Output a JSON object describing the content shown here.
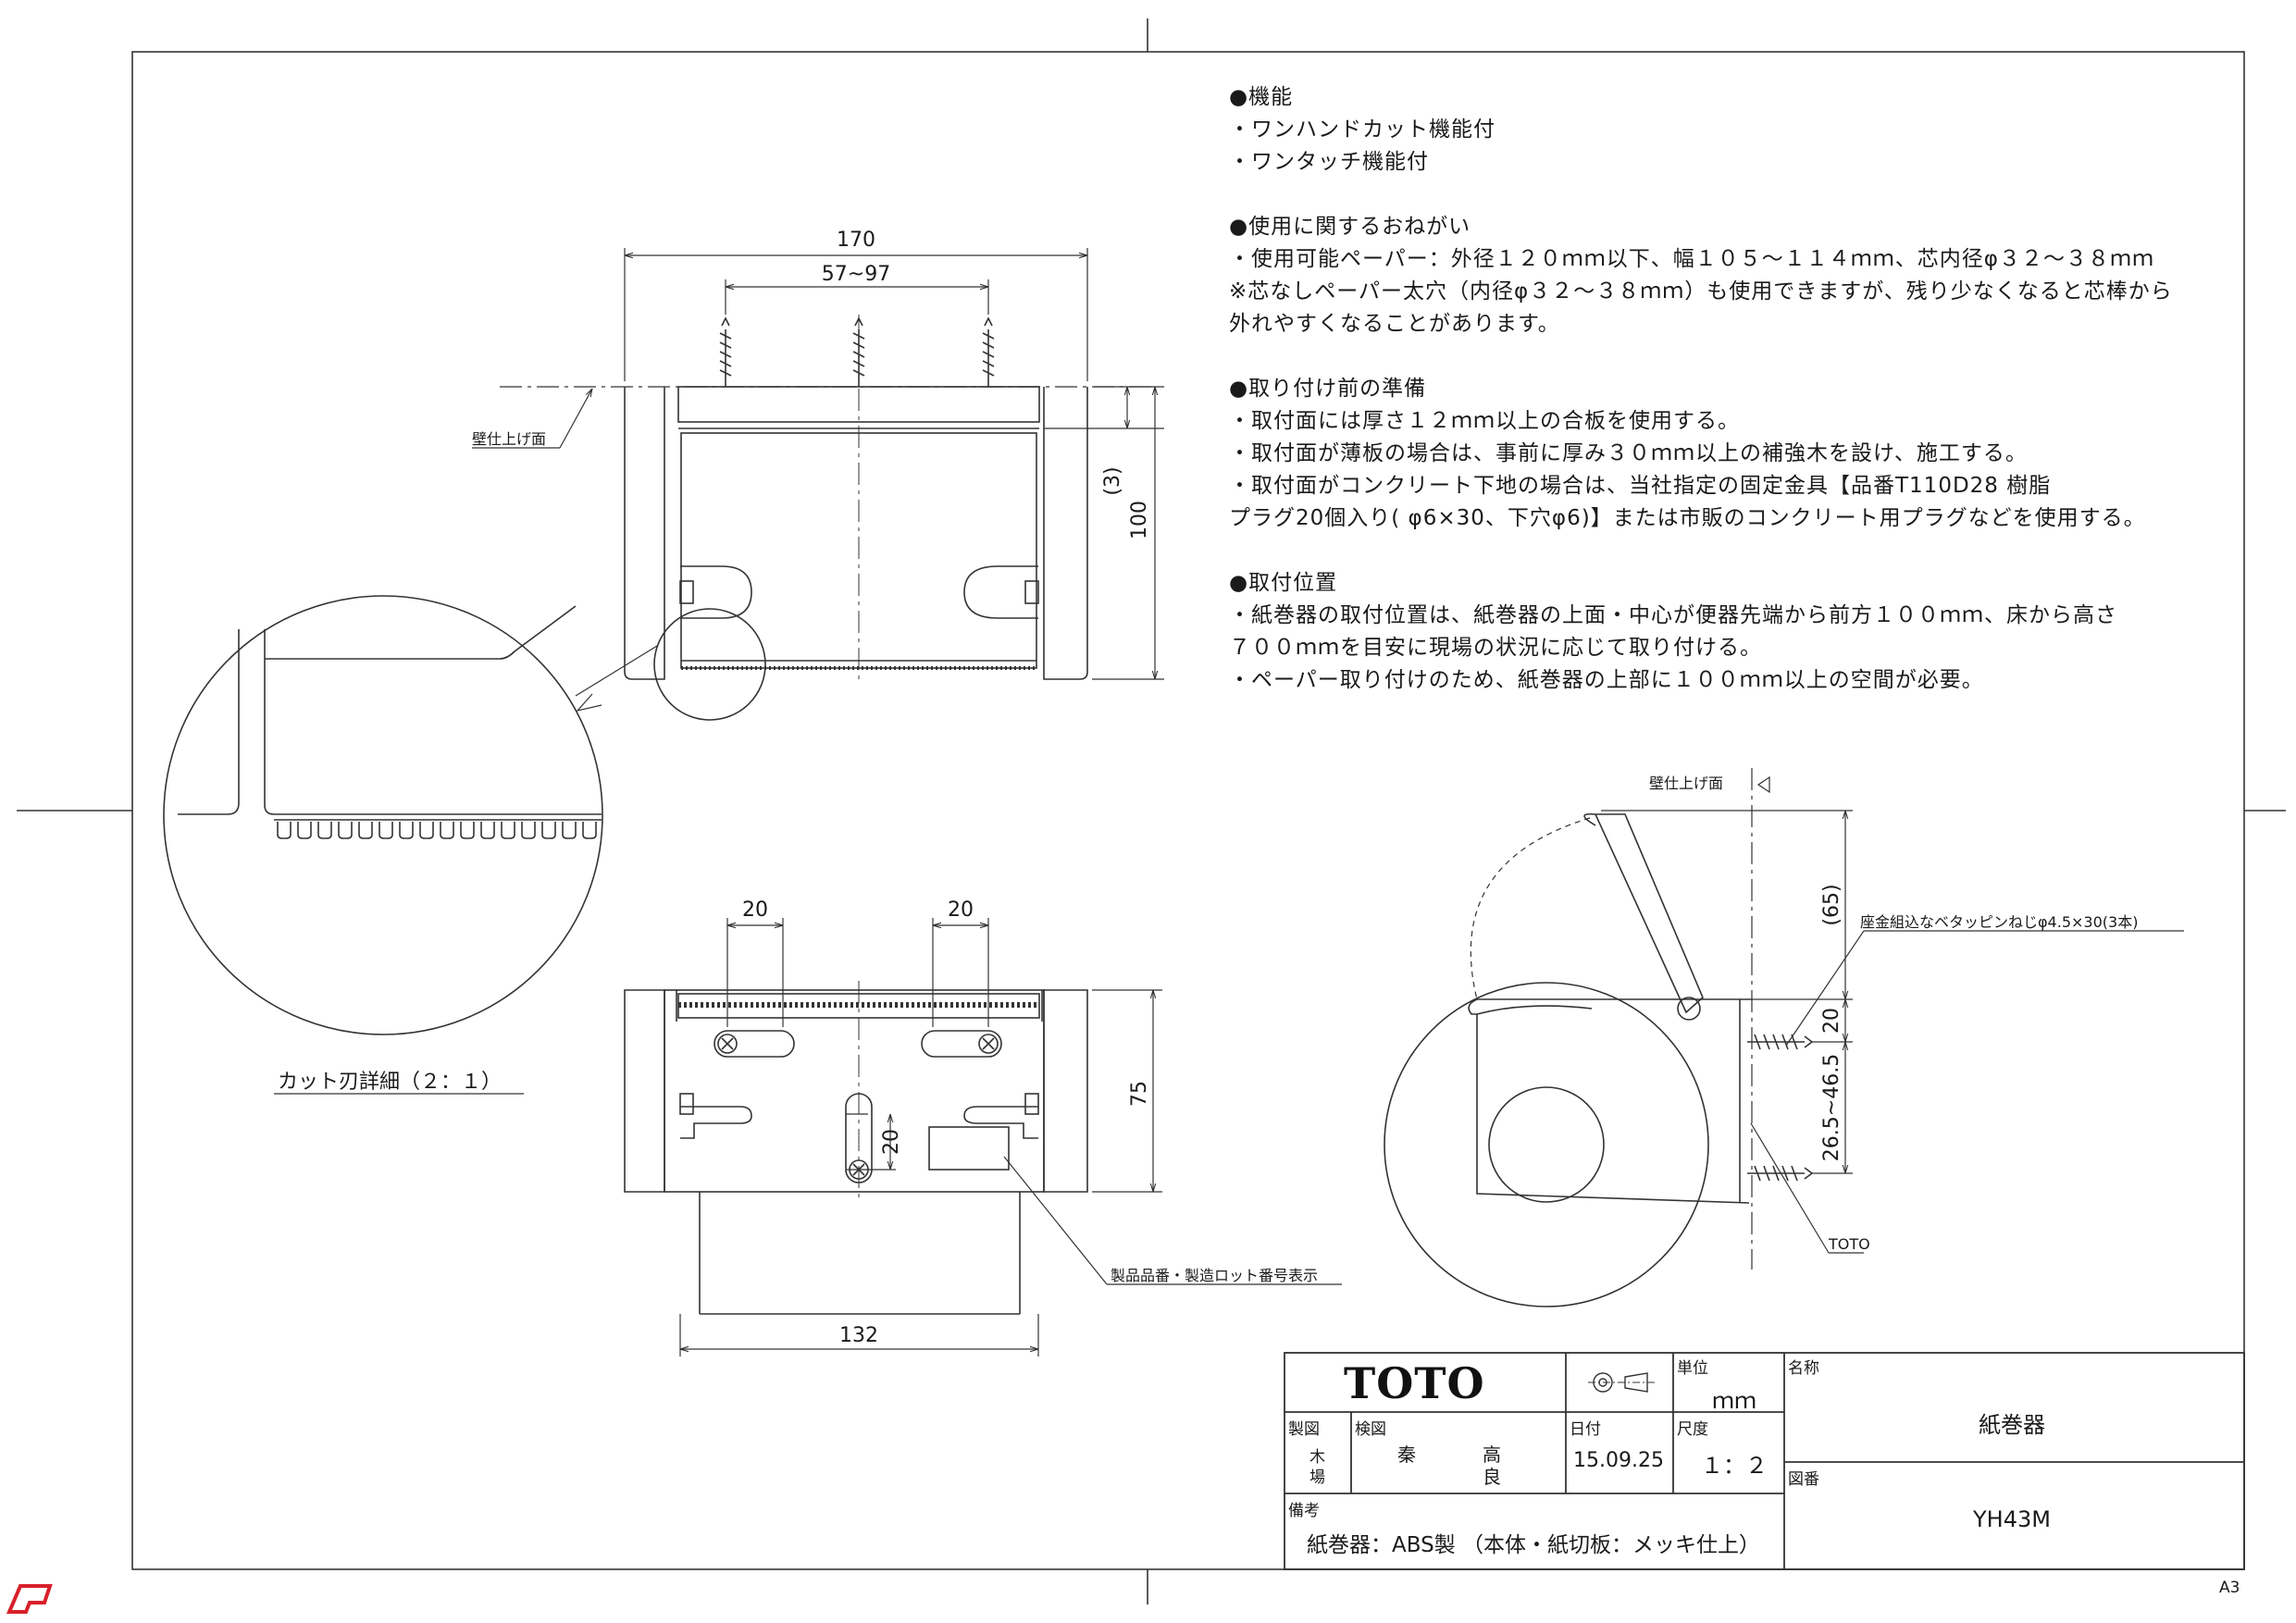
{
  "notes": [
    {
      "text": "●機能"
    },
    {
      "text": "・ワンハンドカット機能付"
    },
    {
      "text": "・ワンタッチ機能付"
    },
    {
      "text": ""
    },
    {
      "text": "●使用に関するおねがい"
    },
    {
      "text": "・使用可能ペーパー：外径１２０ｍｍ以下、幅１０５～１１４ｍｍ、芯内径φ３２～３８ｍｍ"
    },
    {
      "text": "※芯なしペーパー太穴（内径φ３２～３８ｍｍ）も使用できますが、残り少なくなると芯棒から"
    },
    {
      "text": "外れやすくなることがあります。"
    },
    {
      "text": ""
    },
    {
      "text": "●取り付け前の準備"
    },
    {
      "text": "・取付面には厚さ１２ｍｍ以上の合板を使用する。"
    },
    {
      "text": "・取付面が薄板の場合は、事前に厚み３０ｍｍ以上の補強木を設け、施工する。"
    },
    {
      "text": "・取付面がコンクリート下地の場合は、当社指定の固定金具【品番T110D28 樹脂"
    },
    {
      "text": "プラグ20個入り( φ6×30、下穴φ6)】または市販のコンクリート用プラグなどを使用する。"
    },
    {
      "text": ""
    },
    {
      "text": "●取付位置"
    },
    {
      "text": "・紙巻器の取付位置は、紙巻器の上面・中心が便器先端から前方１００ｍｍ、床から高さ"
    },
    {
      "text": "７００ｍｍを目安に現場の状況に応じて取り付ける。"
    },
    {
      "text": "・ペーパー取り付けのため、紙巻器の上部に１００ｍｍ以上の空間が必要。"
    }
  ],
  "dims": {
    "front_width": "170",
    "screw_pitch": "57~97",
    "offset_3": "(3)",
    "front_height": "100",
    "slot_w_left": "20",
    "slot_w_right": "20",
    "slot_h_center": "20",
    "back_height": "75",
    "bottom_width": "132",
    "side_top": "(65)",
    "side_20": "20",
    "side_range": "26.5~46.5"
  },
  "labels": {
    "wall_front": "壁仕上げ面",
    "wall_side": "壁仕上げ面",
    "detail_caption": "カット刃詳細（２：１）",
    "lot_label": "製品品番・製造ロット番号表示",
    "screw_label": "座金組込なベタッピンねじφ4.5×30(3本)",
    "toto_mark": "TOTO"
  },
  "titleblock": {
    "logo": "TOTO",
    "unit_label": "単位",
    "unit": "ｍｍ",
    "name_label": "名称",
    "name": "紙巻器",
    "drawn_label": "製図",
    "drawn_1": "木",
    "drawn_2": "場",
    "checked_label": "検図",
    "checked_1": "秦",
    "checked_2a": "高",
    "checked_2b": "良",
    "date_label": "日付",
    "date": "15.09.25",
    "scale_label": "尺度",
    "scale": "１：２",
    "dwg_label": "図番",
    "dwg_no": "YH43M",
    "remarks_label": "備考",
    "remarks": "紙巻器：ABS製 （本体・紙切板：メッキ仕上）",
    "sheet_size": "A3"
  }
}
